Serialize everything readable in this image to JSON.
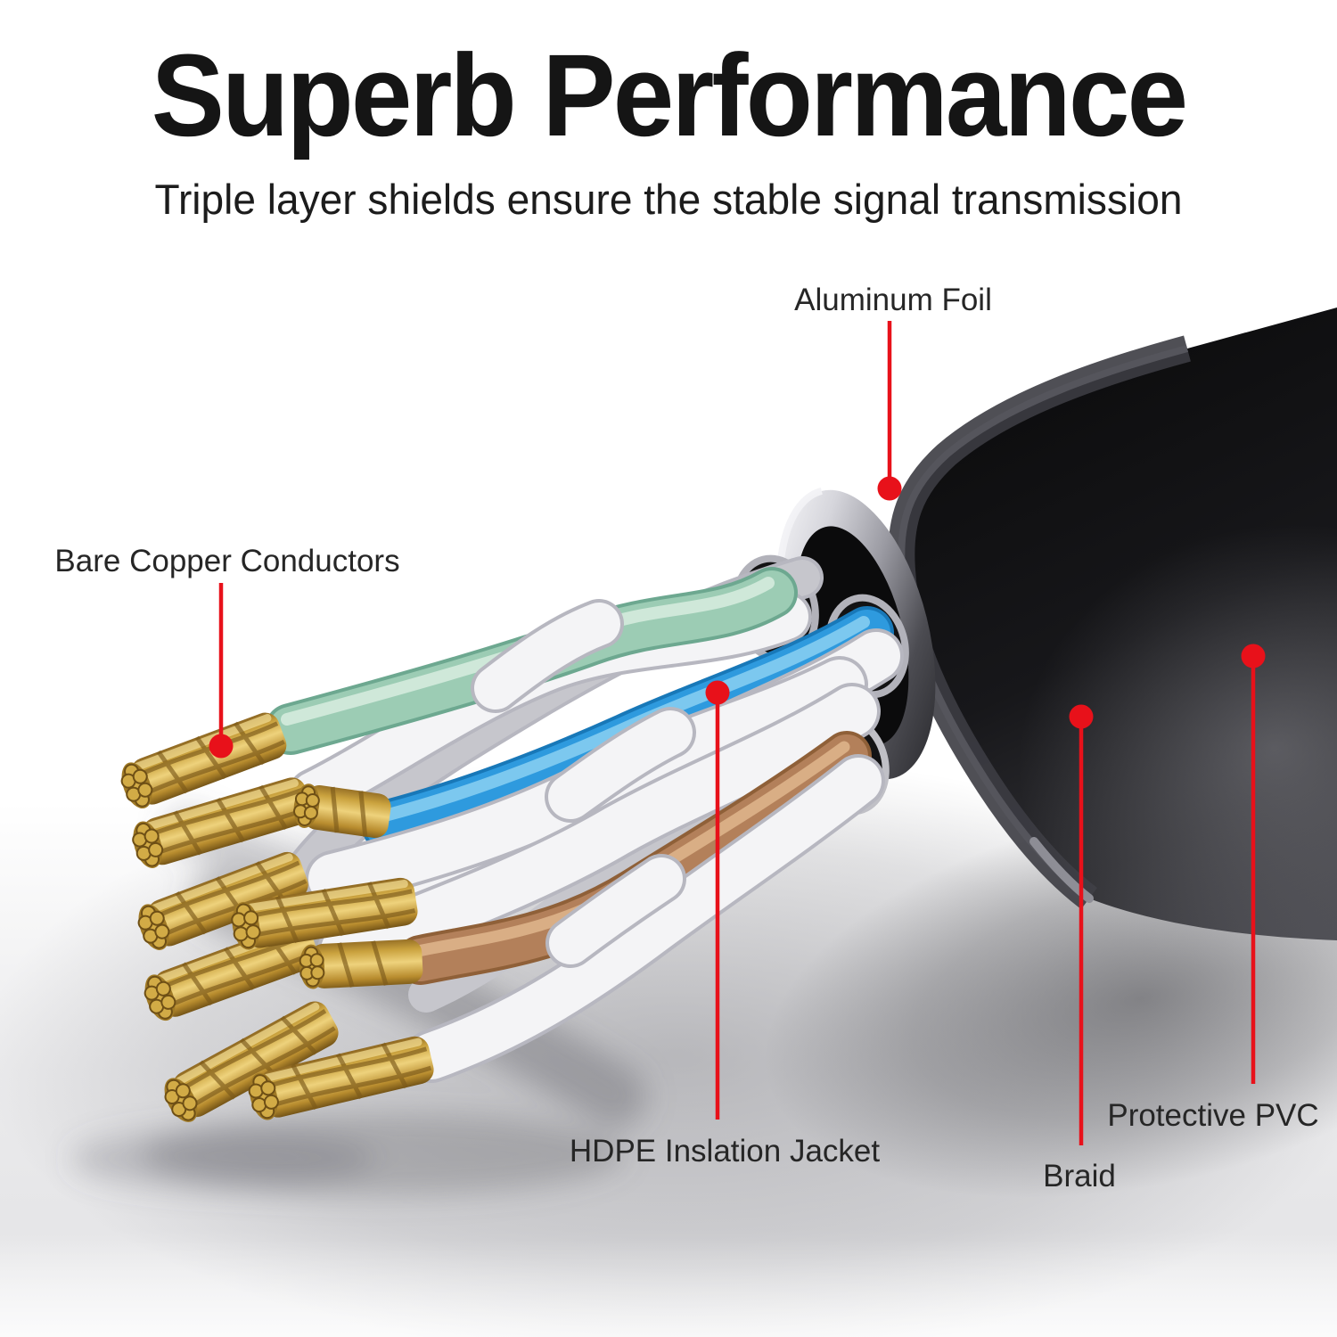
{
  "header": {
    "title": "Superb Performance",
    "subtitle": "Triple layer shields ensure the stable signal transmission"
  },
  "callouts": [
    {
      "id": "aluminum-foil",
      "label": "Aluminum Foil"
    },
    {
      "id": "bare-copper",
      "label": "Bare Copper Conductors"
    },
    {
      "id": "hdpe-insulation",
      "label": "HDPE Inslation Jacket"
    },
    {
      "id": "braid",
      "label": "Braid"
    },
    {
      "id": "protective-pvc",
      "label": "Protective PVC"
    }
  ],
  "colors": {
    "accent_red": "#e8111a",
    "title_text": "#151515",
    "label_text": "#262626",
    "jacket_black": "#121214",
    "braid_silver": "#d4d4d9",
    "foil_chrome": "#c6c6cd",
    "copper_gold": "#caa23e",
    "wire_teal": "#9cccb4",
    "wire_blue": "#2e9ade",
    "wire_brown": "#b3805a",
    "wire_white": "#f4f4f6",
    "wire_grey": "#c6c6cc",
    "filler_olive": "#5a5c33"
  }
}
